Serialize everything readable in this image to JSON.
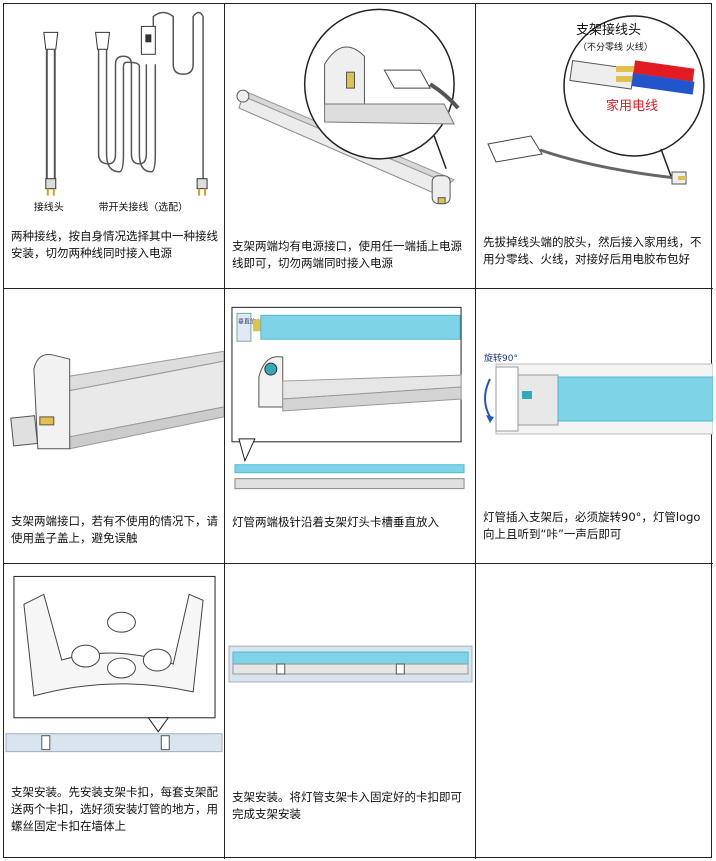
{
  "panels": [
    {
      "caption": "两种接线，按自身情况选择其中一种接线安装，切勿两种线同时接入电源",
      "labels": [
        "接线头",
        "带开关接线（选配）"
      ]
    },
    {
      "caption": "支架两端均有电源接口，使用任一端插上电源线即可，切勿两端同时接入电源",
      "labels": []
    },
    {
      "caption": "先拔掉线头端的胶头，然后接入家用线，不用分零线、火线，对接好后用电胶布包好",
      "labels": [
        "支架接线头",
        "（不分零线  火线）",
        "家用电线"
      ]
    },
    {
      "caption": "支架两端接口，若有不使用的情况下，请使用盖子盖上，避免误触",
      "labels": []
    },
    {
      "caption": "灯管两端极针沿着支架灯头卡槽垂直放入",
      "labels": [
        "垂直放入"
      ]
    },
    {
      "caption": "灯管插入支架后，必须旋转90°，灯管logo向上且听到“咔”一声后即可",
      "labels": [
        "旋转90°"
      ]
    },
    {
      "caption": "支架安装。先安装支架卡扣，每套支架配送两个卡扣，选好须安装灯管的地方，用螺丝固定卡扣在墙体上",
      "labels": []
    },
    {
      "caption": "支架安装。将灯管支架卡入固定好的卡扣即可完成支架安装",
      "labels": []
    },
    {
      "caption": "",
      "labels": []
    }
  ],
  "colors": {
    "tube": "#7fd3e6",
    "tube_glow": "#4fb8d6",
    "accent_red": "#e11b22",
    "accent_blue": "#2255cc",
    "fixture": "#cfcfcf"
  }
}
